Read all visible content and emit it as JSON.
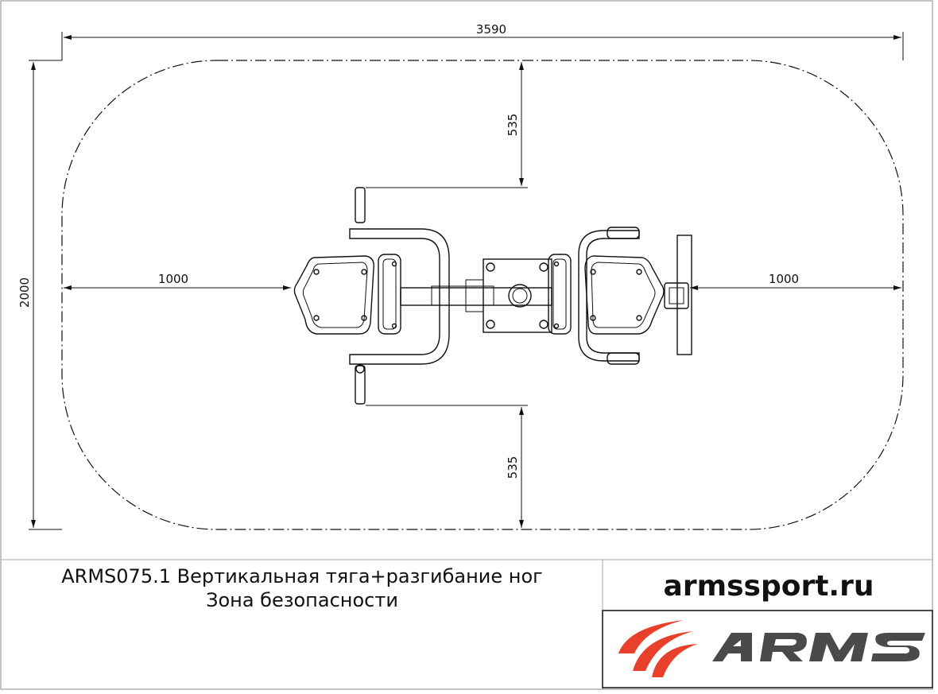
{
  "drawing": {
    "dim_total_length": "3590",
    "dim_total_width": "2000",
    "dim_top_clearance": "535",
    "dim_bottom_clearance": "535",
    "dim_left_clearance": "1000",
    "dim_right_clearance": "1000"
  },
  "title_block": {
    "line1": "ARMS075.1 Вертикальная тяга+разгибание ног",
    "line2": "Зона безопасности",
    "website": "armssport.ru",
    "logo_text": "ARMS"
  },
  "colors": {
    "line": "#111111",
    "logo_red": "#e8402a",
    "logo_gray": "#4a4a4a"
  }
}
